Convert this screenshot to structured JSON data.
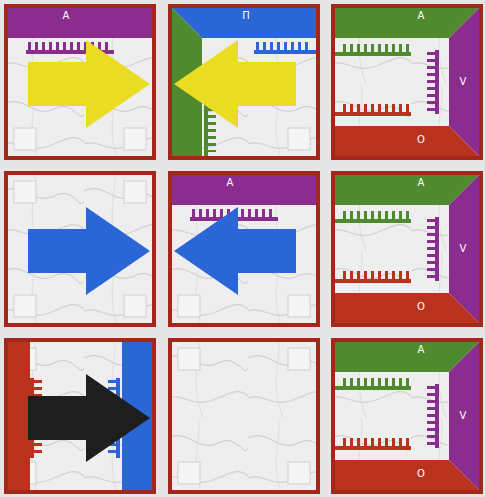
{
  "diagram": {
    "labels": [
      "A",
      "Π",
      "A",
      "V",
      "O",
      "A",
      "A",
      "V",
      "O",
      "A",
      "V",
      "O"
    ]
  }
}
